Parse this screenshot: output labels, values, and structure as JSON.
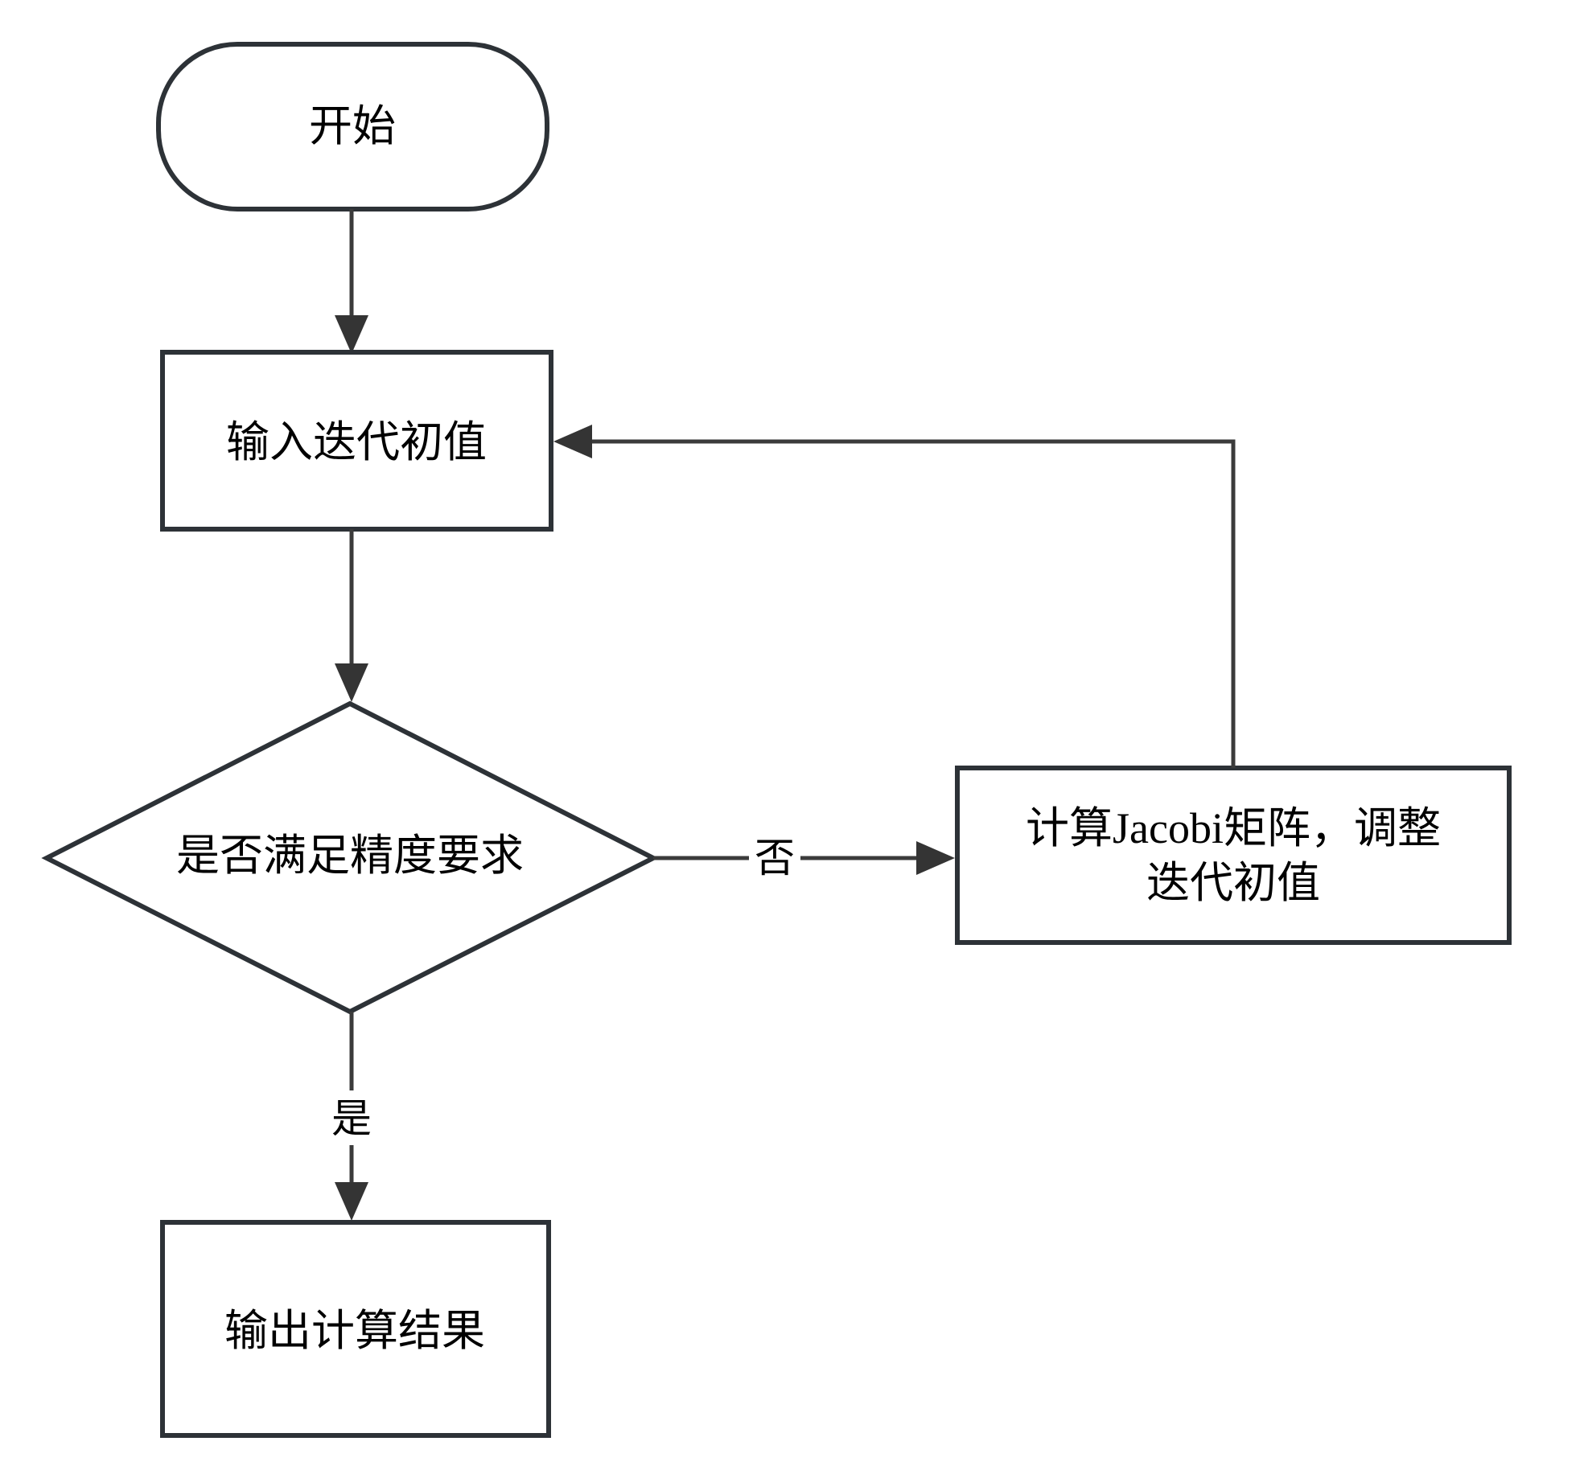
{
  "flowchart": {
    "nodes": {
      "start": {
        "label": "开始"
      },
      "input": {
        "label": "输入迭代初值"
      },
      "decision": {
        "label": "是否满足精度要求"
      },
      "adjust": {
        "label_line1": "计算Jacobi矩阵，调整",
        "label_line2": "迭代初值"
      },
      "output": {
        "label": "输出计算结果"
      }
    },
    "edge_labels": {
      "no": "否",
      "yes": "是"
    },
    "colors": {
      "shape_stroke": "#2d3237",
      "connector": "#3b3b3b",
      "arrowhead": "#343434",
      "text": "#000000",
      "background": "#ffffff"
    }
  }
}
